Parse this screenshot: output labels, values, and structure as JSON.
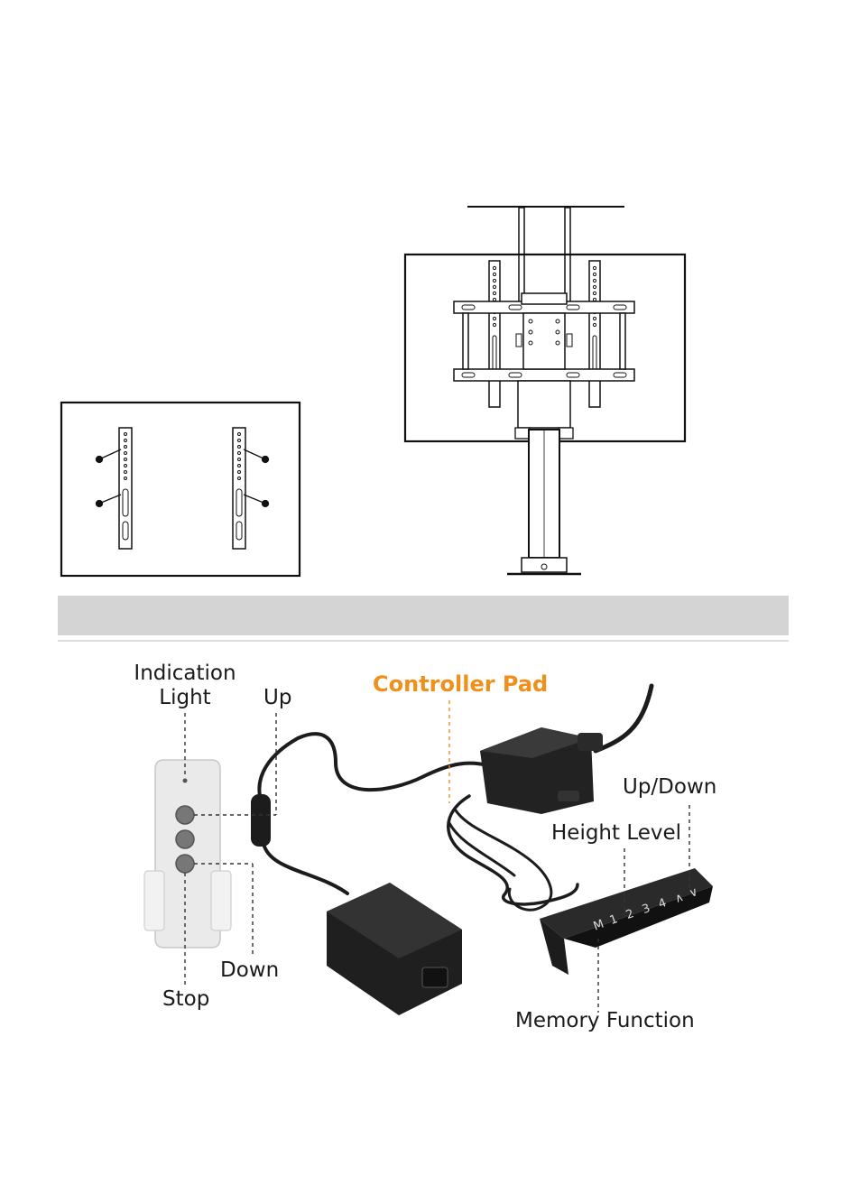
{
  "labels": {
    "indication_light": "Indication\nLight",
    "up": "Up",
    "controller_pad": "Controller Pad",
    "up_down": "Up/Down",
    "height_level": "Height Level",
    "down": "Down",
    "stop": "Stop",
    "memory_function": "Memory Function"
  },
  "keypad_keys": [
    "M",
    "1",
    "2",
    "3",
    "4",
    "∧",
    "∨"
  ],
  "colors": {
    "accent": "#f0901c",
    "band": "#d4d4d4",
    "ink": "#1a1a1a",
    "device": "#1c1c1c",
    "remote": "#e9e9e9"
  }
}
